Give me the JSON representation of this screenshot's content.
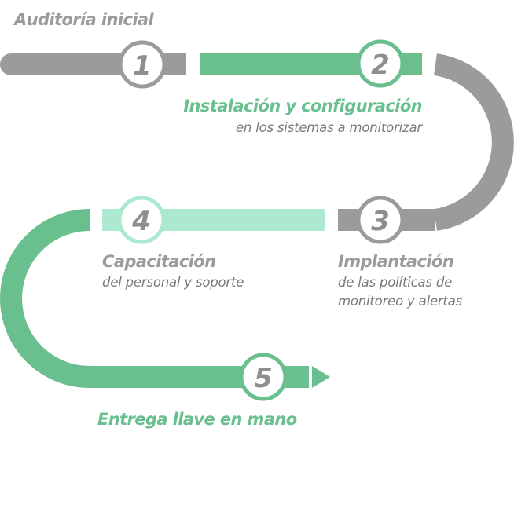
{
  "colors": {
    "gray": "#9b9b9b",
    "green": "#6abf8f",
    "mint": "#ade9d0",
    "number": "#8e8e8e",
    "subtitle": "#7a7a7a"
  },
  "steps": [
    {
      "number": "1",
      "title": "Auditoría inicial",
      "subtitle_lines": [],
      "color": "gray"
    },
    {
      "number": "2",
      "title": "Instalación y configuración",
      "subtitle_lines": [
        "en los sistemas a monitorizar"
      ],
      "color": "green"
    },
    {
      "number": "3",
      "title": "Implantación",
      "subtitle_lines": [
        "de las políticas de",
        "monitoreo y alertas"
      ],
      "color": "gray"
    },
    {
      "number": "4",
      "title": "Capacitación",
      "subtitle_lines": [
        "del personal y soporte"
      ],
      "color": "mint"
    },
    {
      "number": "5",
      "title": "Entrega llave en mano",
      "subtitle_lines": [],
      "color": "green"
    }
  ]
}
